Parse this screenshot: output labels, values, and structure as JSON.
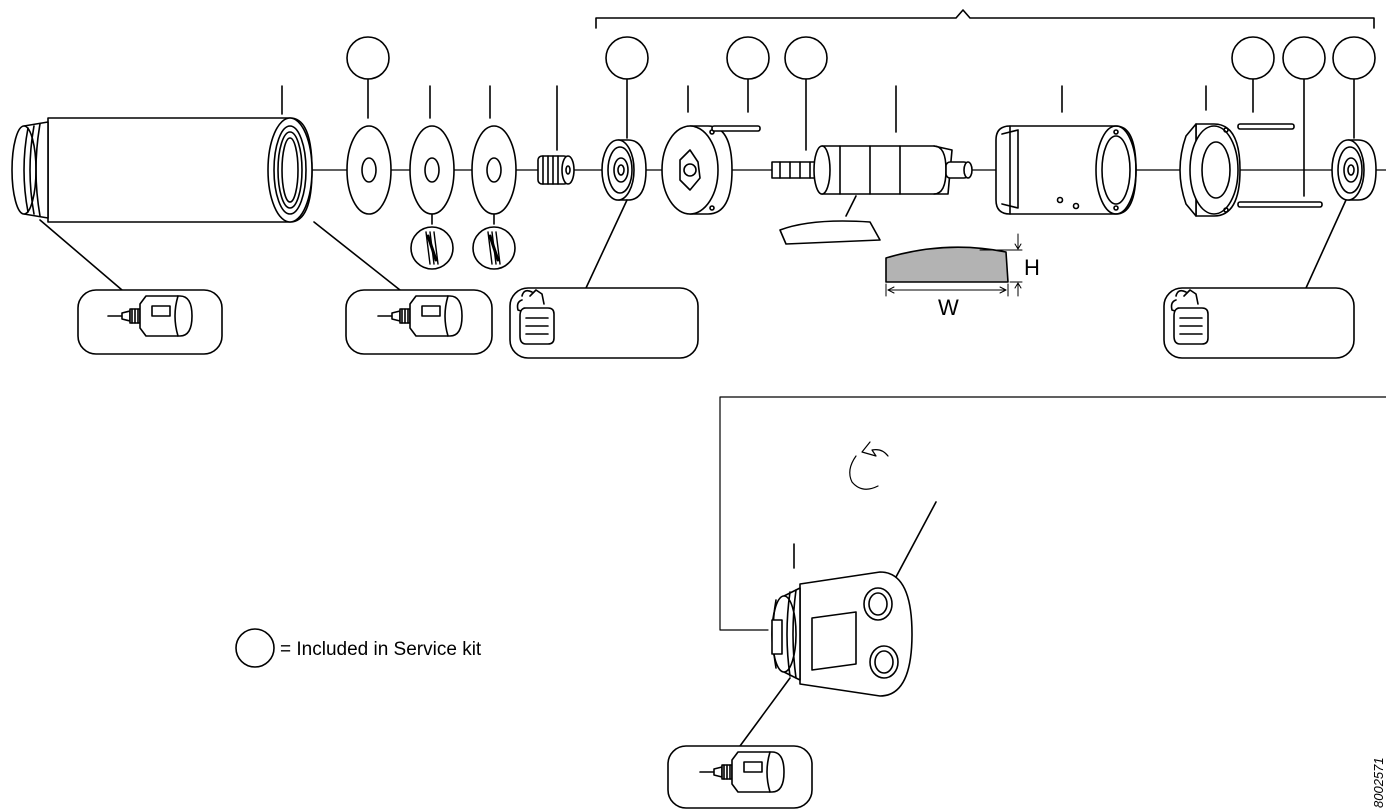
{
  "legend": {
    "text": "= Included in Service kit"
  },
  "dimensions": {
    "height_label": "H",
    "width_label": "W"
  },
  "figure_id": "8002571",
  "icons": {
    "glue": "glue-bottle-icon",
    "torque": "torque-wrench-hand-icon",
    "rotate": "counterclockwise-rotate-icon",
    "stopwatch": "stopwatch-icon"
  },
  "colors": {
    "line": "#000000",
    "vane_fill": "#b3b3b3",
    "background": "#ffffff"
  }
}
